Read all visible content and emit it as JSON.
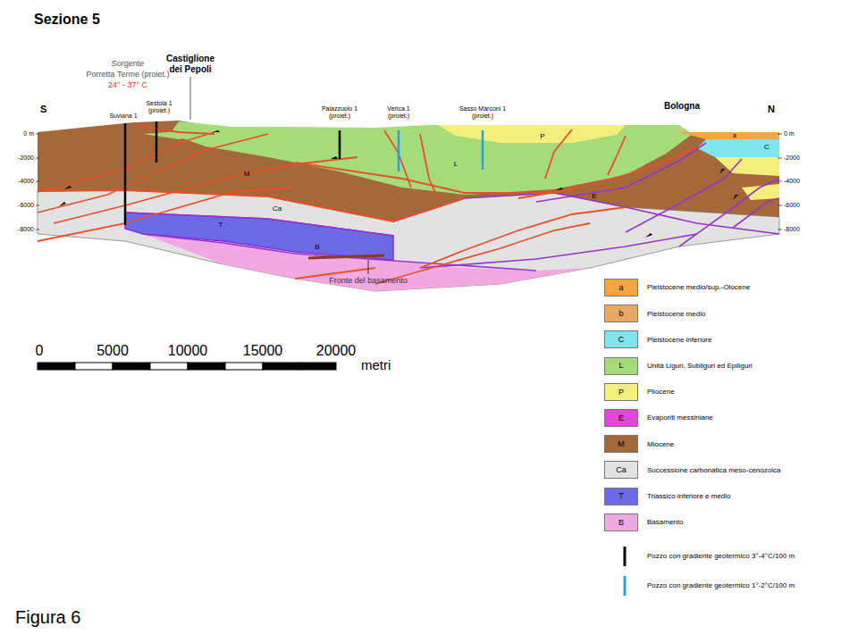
{
  "diagram": {
    "title": "Sezione 5",
    "caption": "Figura 6",
    "labels": [
      "S",
      "N",
      "Sorgente",
      "Porretta Terme (proiet.)",
      "24° - 37° C",
      "Castiglione dei Pepoli",
      "Suviana 1",
      "Sestola 1 (proiet.)",
      "Palazzuolo 1 (proiet.)",
      "Verica 1 (proiet.)",
      "Sasso Marconi 1 (proiet.)",
      "Bologna",
      "0 m",
      "-2000",
      "-4000",
      "-6000",
      "-8000",
      "0 m",
      "-2000",
      "-4000",
      "-6000",
      "-8000",
      "M",
      "L",
      "P",
      "Ca",
      "T",
      "B",
      "E",
      "a",
      "C",
      "Fronte del basamento",
      "0",
      "5000",
      "10000",
      "15000",
      "20000",
      "metri",
      "a",
      "b",
      "C",
      "L",
      "P",
      "E",
      "M",
      "Ca",
      "T",
      "B"
    ],
    "legend": [
      {
        "text": "Pleistocene medio/sup.-Olocene",
        "color": "#f7a541"
      },
      {
        "text": "Pleistocene medio",
        "color": "#e6a862"
      },
      {
        "text": "Pleistocene inferiore",
        "color": "#7fe6ee"
      },
      {
        "text": "Unità Liguri, Subliguri ed Epiliguri",
        "color": "#a6dc78"
      },
      {
        "text": "Pliocene",
        "color": "#f4ef7c"
      },
      {
        "text": "Evaporiti messiniane",
        "color": "#e046dc"
      },
      {
        "text": "Miocene",
        "color": "#a3693b"
      },
      {
        "text": "Successione carbonatica meso-cenozoica",
        "color": "#e2e2e2"
      },
      {
        "text": "Triassico inferiore e medio",
        "color": "#6b6be6"
      },
      {
        "text": "Basamento",
        "color": "#f2a9e2"
      },
      {
        "text": "Pozzo con gradiente geotermico 3°-4°C/100 m"
      },
      {
        "text": "Pozzo con gradiente geotermico 1°-2°C/100 m"
      }
    ]
  }
}
